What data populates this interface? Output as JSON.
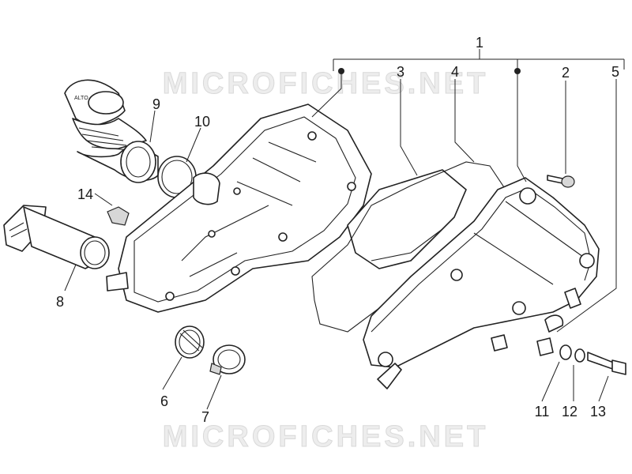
{
  "watermark": {
    "top": "MICROFICHES.NET",
    "bottom": "MICROFICHES.NET"
  },
  "callouts": {
    "c1": "1",
    "c2": "2",
    "c3": "3",
    "c4": "4",
    "c5": "5",
    "c6": "6",
    "c7": "7",
    "c8": "8",
    "c9": "9",
    "c10": "10",
    "c11": "11",
    "c12": "12",
    "c13": "13",
    "c14": "14"
  },
  "labels": {
    "hose_brand": "ALTO"
  }
}
